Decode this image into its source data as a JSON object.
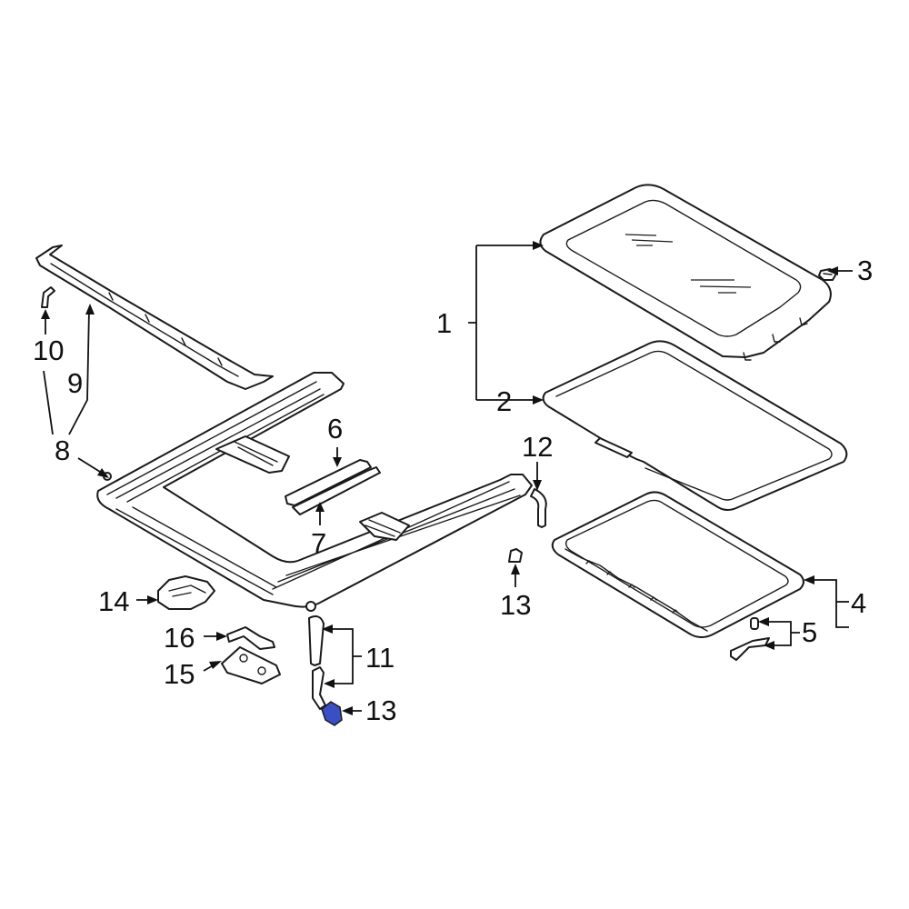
{
  "callouts": {
    "c1": "1",
    "c2": "2",
    "c3": "3",
    "c4": "4",
    "c5": "5",
    "c6": "6",
    "c7": "7",
    "c8": "8",
    "c9": "9",
    "c10": "10",
    "c11": "11",
    "c12": "12",
    "c13a": "13",
    "c13b": "13",
    "c14": "14",
    "c15": "15",
    "c16": "16"
  },
  "colors": {
    "line": "#1a1a1a",
    "highlight": "#3b4fc4",
    "background": "#ffffff"
  }
}
